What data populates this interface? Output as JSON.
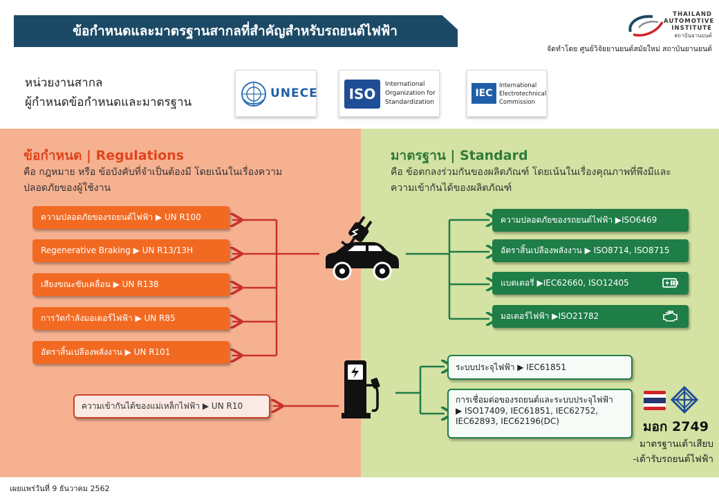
{
  "header": {
    "title": "ข้อกำหนดและมาตรฐานสากลที่สำคัญสำหรับรถยนต์ไฟฟ้า",
    "organizer": "จัดทำโดย ศูนย์วิจัยยานยนต์สมัยใหม่ สถาบันยานยนต์",
    "logo": {
      "line1": "THAILAND",
      "line2": "AUTOMOTIVE",
      "line3": "INSTITUTE",
      "thai": "สถาบันยานยนต์"
    }
  },
  "intl_orgs": {
    "label_line1": "หน่วยงานสากล",
    "label_line2": "ผู้กำหนดข้อกำหนดและมาตรฐาน",
    "unece": {
      "text": "UNECE"
    },
    "iso": {
      "abbr": "ISO",
      "line1": "International",
      "line2": "Organization for",
      "line3": "Standardization"
    },
    "iec": {
      "abbr": "IEC",
      "line1": "International",
      "line2": "Electrotechnical",
      "line3": "Commission"
    }
  },
  "regulations": {
    "title": "ข้อกำหนด | Regulations",
    "desc_line1": "คือ กฎหมาย หรือ ข้อบังคับที่จำเป็นต้องมี โดยเน้นในเรื่องความ",
    "desc_line2": "ปลอดภัยของผู้ใช้งาน",
    "items": [
      "ความปลอดภัยของรถยนต์ไฟฟ้า ▶ UN R100",
      "Regenerative Braking ▶ UN R13/13H",
      "เสียงขณะขับเคลื่อน ▶ UN R138",
      "การวัดกำลังมอเตอร์ไฟฟ้า ▶ UN R85",
      "อัตราสิ้นเปลืองพลังงาน ▶ UN R101"
    ],
    "charging_item": "ความเข้ากันได้ของแม่เหล็กไฟฟ้า ▶ UN R10"
  },
  "standards": {
    "title": "มาตรฐาน | Standard",
    "desc_line1": "คือ ข้อตกลงร่วมกันของผลิตภัณฑ์ โดยเน้นในเรื่องคุณภาพที่พึงมีและ",
    "desc_line2": "ความเข้ากันได้ของผลิตภัณฑ์",
    "items": [
      "ความปลอดภัยของรถยนต์ไฟฟ้า ▶ISO6469",
      "อัตราสิ้นเปลืองพลังงาน ▶ ISO8714, ISO8715",
      "แบตเตอรี่ ▶IEC62660, ISO12405",
      "มอเตอร์ไฟฟ้า ▶ISO21782"
    ],
    "charging_items": {
      "item1": "ระบบประจุไฟฟ้า ▶ IEC61851",
      "item2_line1": "การเชื่อมต่อของรถยนต์และระบบประจุไฟฟ้า",
      "item2_line2": "▶ ISO17409, IEC61851, IEC62752,",
      "item2_line3": "IEC62893, IEC62196(DC)"
    }
  },
  "tisi": {
    "code": "มอก 2749",
    "desc_line1": "มาตรฐานเต้าเสียบ",
    "desc_line2": "-เต้ารับรถยนต์ไฟฟ้า"
  },
  "footer": {
    "publish_date": "เผยแพร่วันที่ 9 ธันวาคม 2562"
  },
  "colors": {
    "banner": "#1c4a66",
    "reg_panel": "#f6b191",
    "std_panel": "#d4e2a3",
    "reg_box": "#f26a22",
    "std_box": "#1f7d47",
    "connector_red": "#c9302c",
    "connector_green": "#1f7d47"
  },
  "icons": [
    "un-emblem-icon",
    "ev-car-plug-icon",
    "charging-station-icon",
    "battery-charging-icon",
    "engine-motor-icon",
    "thai-flag-icon",
    "tisi-logo-icon"
  ]
}
